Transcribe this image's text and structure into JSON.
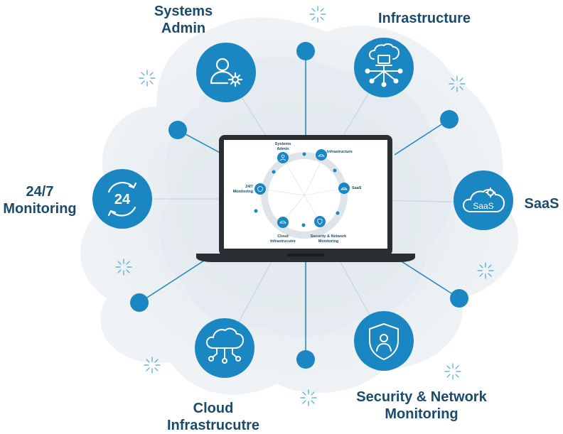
{
  "nodes": [
    {
      "id": "sysadmin",
      "label_lines": [
        "Systems",
        "Admin"
      ],
      "icon": "user-gear-icon"
    },
    {
      "id": "infra",
      "label_lines": [
        "Infrastructure"
      ],
      "icon": "cloud-server-network-icon"
    },
    {
      "id": "saas",
      "label_lines": [
        "SaaS"
      ],
      "icon": "saas-cloud-gear-icon"
    },
    {
      "id": "247",
      "label_lines": [
        "24/7",
        "Monitoring"
      ],
      "icon": "24-hour-cycle-icon"
    },
    {
      "id": "cloud",
      "label_lines": [
        "Cloud",
        "Infrastrucutre"
      ],
      "icon": "cloud-network-icon"
    },
    {
      "id": "security",
      "label_lines": [
        "Security & Network",
        "Monitoring"
      ],
      "icon": "shield-user-icon"
    }
  ],
  "saas_icon_text": "SaaS",
  "monitoring_icon_text": "24",
  "colors": {
    "primary": "#1a86c2",
    "label": "#1b4b6b",
    "blob": "#e8edf1",
    "connector": "#9fb6c6",
    "laptop": "#2a2d31"
  }
}
